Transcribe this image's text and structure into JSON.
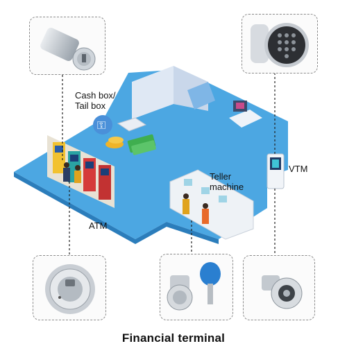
{
  "title": "Financial terminal",
  "labels": {
    "cash_box": "Cash box/",
    "tail_box": "Tail box",
    "vtm": "VTM",
    "teller_1": "Teller",
    "teller_2": "machine",
    "atm": "ATM"
  },
  "icons": {
    "top_left": "cam-lock-icon",
    "top_right": "electronic-keypad-lock-icon",
    "bottom_left": "round-electronic-lock-icon",
    "bottom_middle": "cam-lock-with-blue-key-icon",
    "bottom_right": "tubular-cam-lock-icon"
  },
  "colors": {
    "floor": "#3d9fe0",
    "dashed_border": "#8a8a8a",
    "key_blue": "#2a7fd0",
    "atm_red": "#d53a3a",
    "atm_yellow": "#f2c230",
    "atm_teal": "#2aa3a3"
  }
}
